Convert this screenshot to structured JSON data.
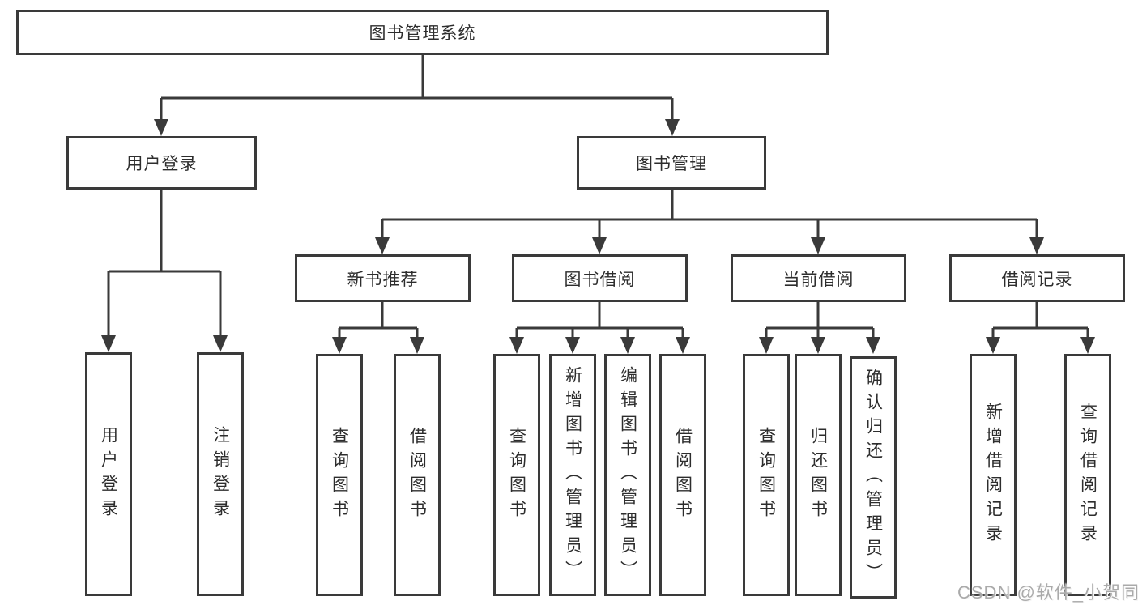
{
  "diagram_title": "图书管理系统",
  "tree": {
    "root": {
      "label": "图书管理系统"
    },
    "children": [
      {
        "label": "用户登录",
        "children": [
          {
            "label": "用户登录"
          },
          {
            "label": "注销登录"
          }
        ]
      },
      {
        "label": "图书管理",
        "children": [
          {
            "label": "新书推荐",
            "children": [
              {
                "label": "查询图书"
              },
              {
                "label": "借阅图书"
              }
            ]
          },
          {
            "label": "图书借阅",
            "children": [
              {
                "label": "查询图书"
              },
              {
                "label": "新增图书（管理员）"
              },
              {
                "label": "编辑图书（管理员）"
              },
              {
                "label": "借阅图书"
              }
            ]
          },
          {
            "label": "当前借阅",
            "children": [
              {
                "label": "查询图书"
              },
              {
                "label": "归还图书"
              },
              {
                "label": "确认归还（管理员）"
              }
            ]
          },
          {
            "label": "借阅记录",
            "children": [
              {
                "label": "新增借阅记录"
              },
              {
                "label": "查询借阅记录"
              }
            ]
          }
        ]
      }
    ]
  },
  "watermark": {
    "text": "CSDN @软件_小贺同学"
  },
  "colors": {
    "background": "#ffffff",
    "line": "#3a3a3a",
    "text": "#2d2d2d",
    "watermark": "#aaaaaa"
  }
}
